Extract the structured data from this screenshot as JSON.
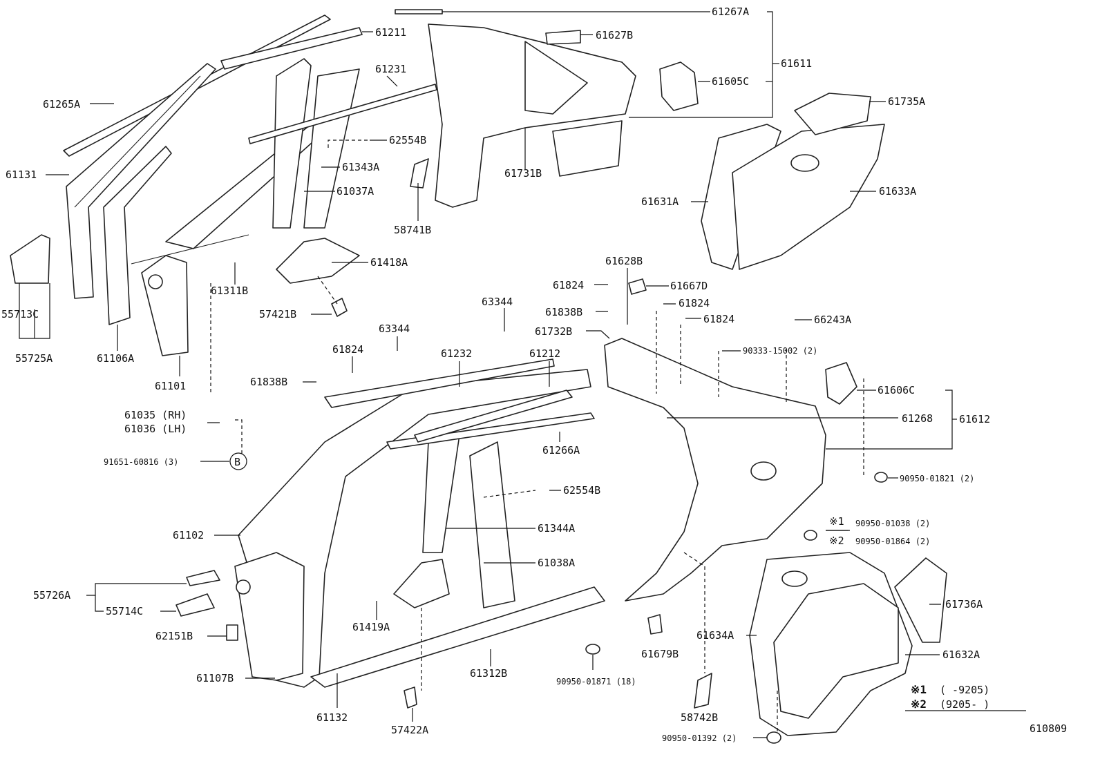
{
  "diagram": {
    "figure_id": "610809",
    "circle_marker": "B",
    "labels": {
      "p61267A": "61267A",
      "p61211": "61211",
      "p61627B": "61627B",
      "p61611": "61611",
      "p61605C": "61605C",
      "p61231": "61231",
      "p61265A": "61265A",
      "p61735A": "61735A",
      "p62554B_top": "62554B",
      "p61131": "61131",
      "p61343A": "61343A",
      "p61037A": "61037A",
      "p61731B": "61731B",
      "p61633A": "61633A",
      "p61631A": "61631A",
      "p58741B": "58741B",
      "p61418A": "61418A",
      "p61311B": "61311B",
      "p55713C": "55713C",
      "p57421B": "57421B",
      "p61628B": "61628B",
      "p61824_a": "61824",
      "p61667D": "61667D",
      "p63344_a": "63344",
      "p61838B_a": "61838B",
      "p61824_b": "61824",
      "p55725A": "55725A",
      "p61106A": "61106A",
      "p63344_b": "63344",
      "p61732B": "61732B",
      "p61824_c": "61824",
      "p66243A": "66243A",
      "p61824_d": "61824",
      "p61232": "61232",
      "p61212": "61212",
      "p90333": "90333-15002 (2)",
      "p61101": "61101",
      "p61838B_b": "61838B",
      "p61606C": "61606C",
      "p61035": "61035 (RH)",
      "p61036": "61036 (LH)",
      "p61268": "61268",
      "p61612": "61612",
      "p91651": "91651-60816 (3)",
      "p61266A": "61266A",
      "p90950_01821": "90950-01821 (2)",
      "p62554B_mid": "62554B",
      "p61344A": "61344A",
      "p61102": "61102",
      "p90950_01038": "90950-01038 (2)",
      "mark1": "※1",
      "mark2": "※2",
      "p90950_01864": "90950-01864 (2)",
      "p61038A": "61038A",
      "p55726A": "55726A",
      "p61736A": "61736A",
      "p55714C": "55714C",
      "p61419A": "61419A",
      "p62151B": "62151B",
      "p61634A": "61634A",
      "p61679B": "61679B",
      "p61632A": "61632A",
      "p61107B": "61107B",
      "p61312B": "61312B",
      "p90950_01871": "90950-01871 (18)",
      "p61132": "61132",
      "p58742B": "58742B",
      "p57422A": "57422A",
      "p90950_01392": "90950-01392 (2)"
    },
    "footnotes": {
      "n1_mark": "※1",
      "n1_text": "(     -9205)",
      "n2_mark": "※2",
      "n2_text": "(9205-     )"
    }
  }
}
